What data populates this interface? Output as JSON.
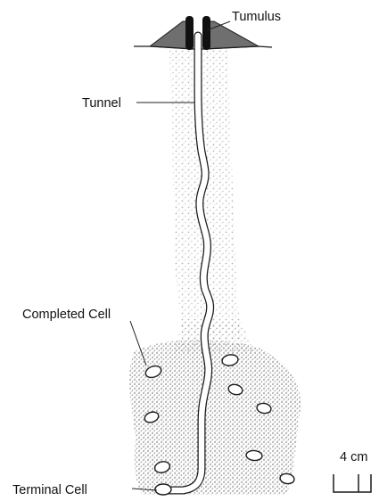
{
  "labels": {
    "tumulus": "Tumulus",
    "tunnel": "Tunnel",
    "completed_cell": "Completed Cell",
    "terminal_cell": "Terminal Cell",
    "scale": "4 cm"
  },
  "colors": {
    "soil_stipple": "#8a8a8a",
    "mound_fill": "#6f6f6f",
    "tunnel_wall": "#1a1a1a",
    "background": "#ffffff"
  }
}
